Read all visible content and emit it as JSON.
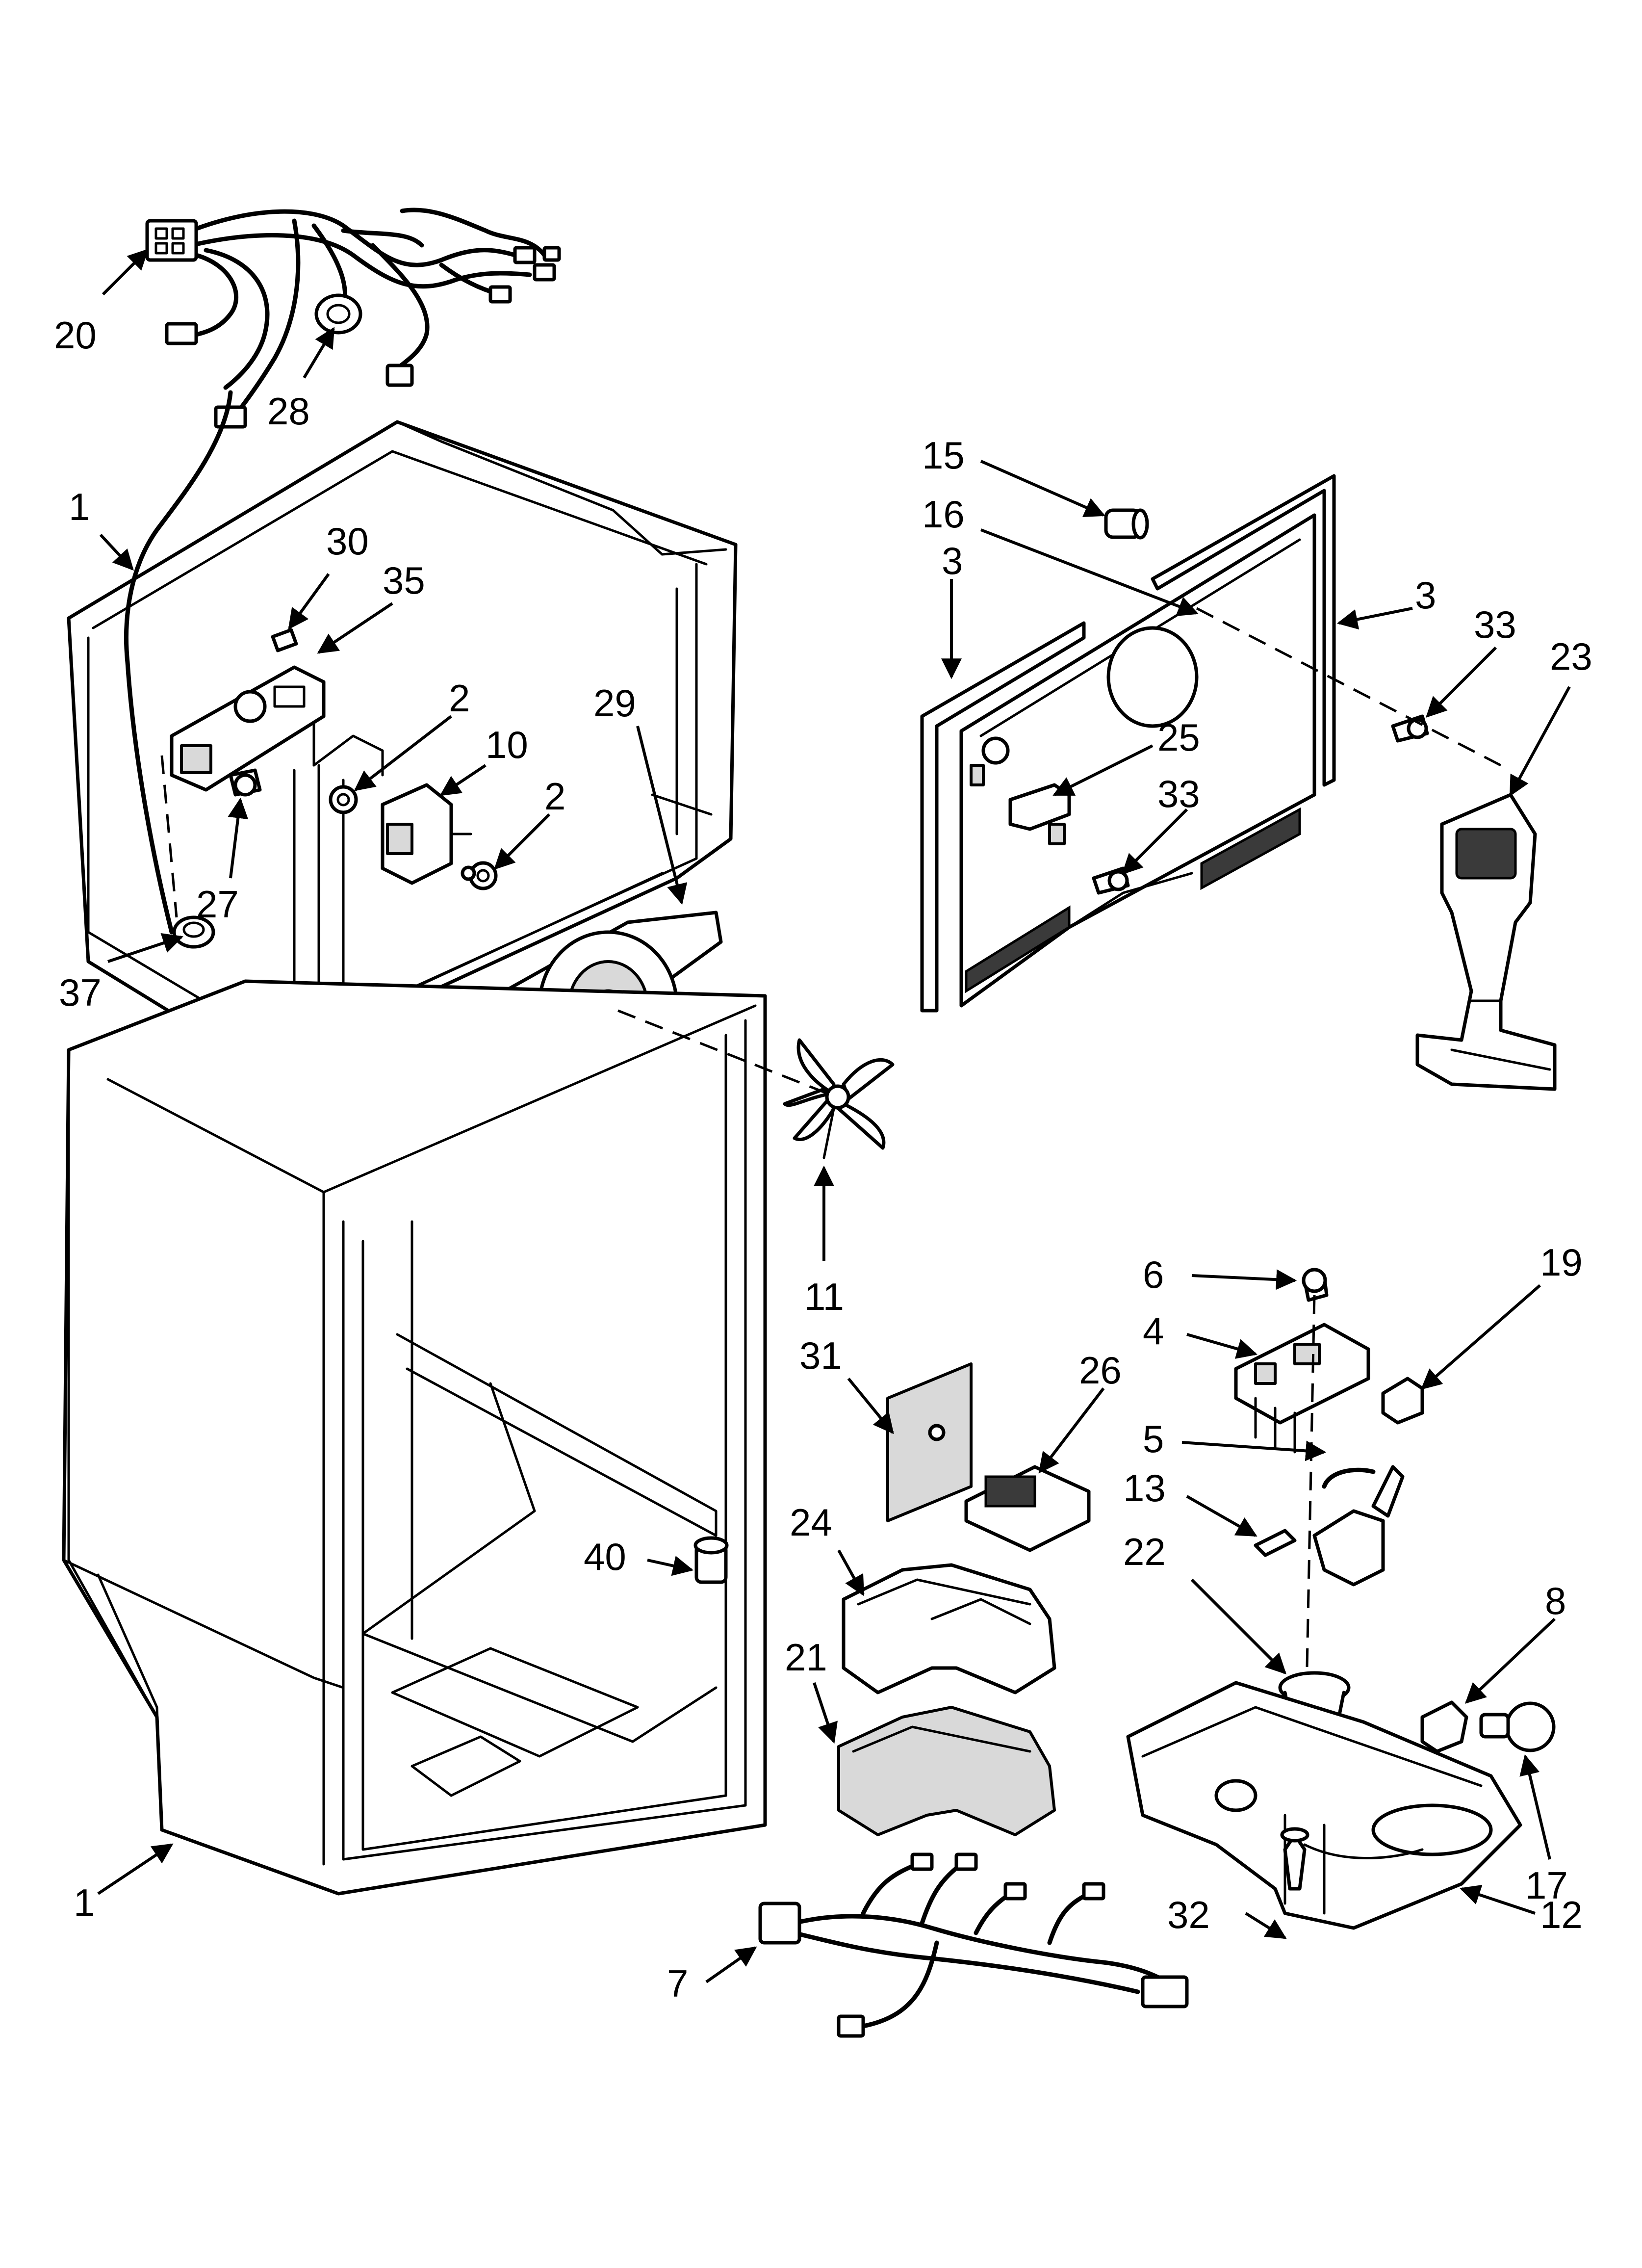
{
  "callouts": [
    {
      "id": "c20",
      "label": "20"
    },
    {
      "id": "c28",
      "label": "28"
    },
    {
      "id": "c1a",
      "label": "1"
    },
    {
      "id": "c30",
      "label": "30"
    },
    {
      "id": "c35",
      "label": "35"
    },
    {
      "id": "c2a",
      "label": "2"
    },
    {
      "id": "c10",
      "label": "10"
    },
    {
      "id": "c2b",
      "label": "2"
    },
    {
      "id": "c29",
      "label": "29"
    },
    {
      "id": "c27",
      "label": "27"
    },
    {
      "id": "c37",
      "label": "37"
    },
    {
      "id": "c15",
      "label": "15"
    },
    {
      "id": "c16",
      "label": "16"
    },
    {
      "id": "c3a",
      "label": "3"
    },
    {
      "id": "c3b",
      "label": "3"
    },
    {
      "id": "c33a",
      "label": "33"
    },
    {
      "id": "c23",
      "label": "23"
    },
    {
      "id": "c25",
      "label": "25"
    },
    {
      "id": "c33b",
      "label": "33"
    },
    {
      "id": "c11",
      "label": "11"
    },
    {
      "id": "c6",
      "label": "6"
    },
    {
      "id": "c19",
      "label": "19"
    },
    {
      "id": "c4",
      "label": "4"
    },
    {
      "id": "c31",
      "label": "31"
    },
    {
      "id": "c26",
      "label": "26"
    },
    {
      "id": "c5",
      "label": "5"
    },
    {
      "id": "c13",
      "label": "13"
    },
    {
      "id": "c24",
      "label": "24"
    },
    {
      "id": "c40",
      "label": "40"
    },
    {
      "id": "c22",
      "label": "22"
    },
    {
      "id": "c8",
      "label": "8"
    },
    {
      "id": "c21",
      "label": "21"
    },
    {
      "id": "c17",
      "label": "17"
    },
    {
      "id": "c12",
      "label": "12"
    },
    {
      "id": "c32",
      "label": "32"
    },
    {
      "id": "c1b",
      "label": "1"
    },
    {
      "id": "c7",
      "label": "7"
    }
  ]
}
